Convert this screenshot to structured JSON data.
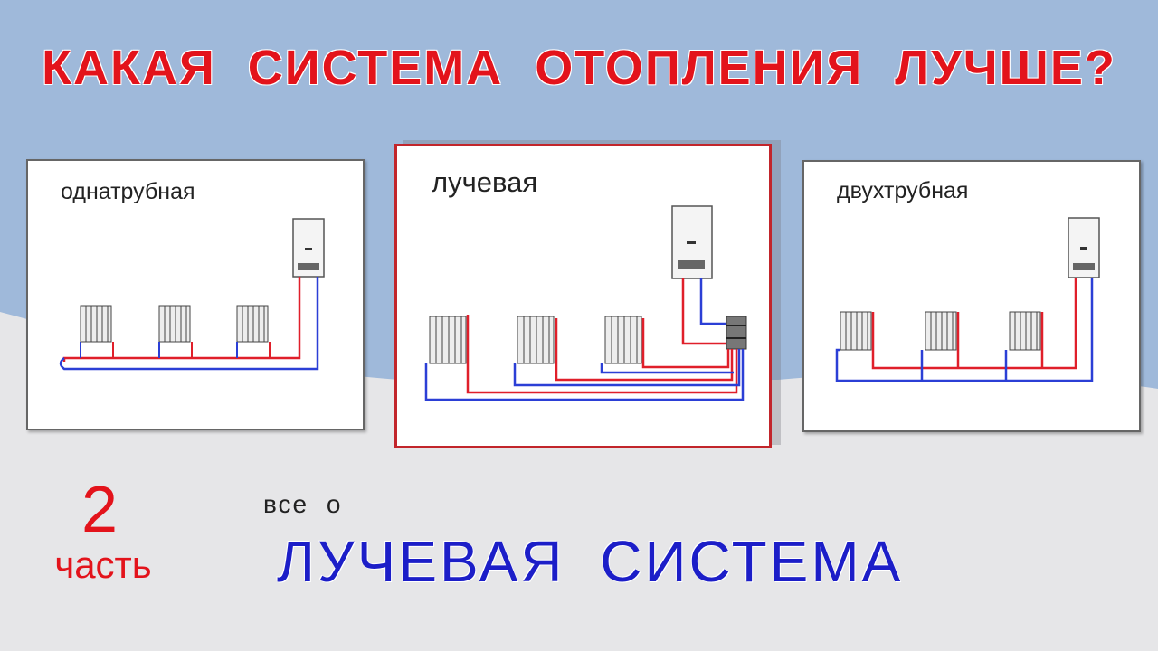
{
  "header": {
    "title": "КАКАЯ СИСТЕМА ОТОПЛЕНИЯ ЛУЧШЕ?"
  },
  "panels": [
    {
      "label": "однатрубная"
    },
    {
      "label": "лучевая"
    },
    {
      "label": "двухтрубная"
    }
  ],
  "footer": {
    "part_number": "2",
    "part_word": "часть",
    "about_label": "все о",
    "subtitle": "ЛУЧЕВАЯ СИСТЕМА"
  },
  "colors": {
    "title": "#e3131b",
    "subtitle": "#1c1ec8",
    "selected_border": "#c2252b",
    "hot_pipe": "#e01f2a",
    "cold_pipe": "#2b3fd6",
    "background_top": "#9fb9da",
    "background_bottom": "#e6e6e8"
  }
}
